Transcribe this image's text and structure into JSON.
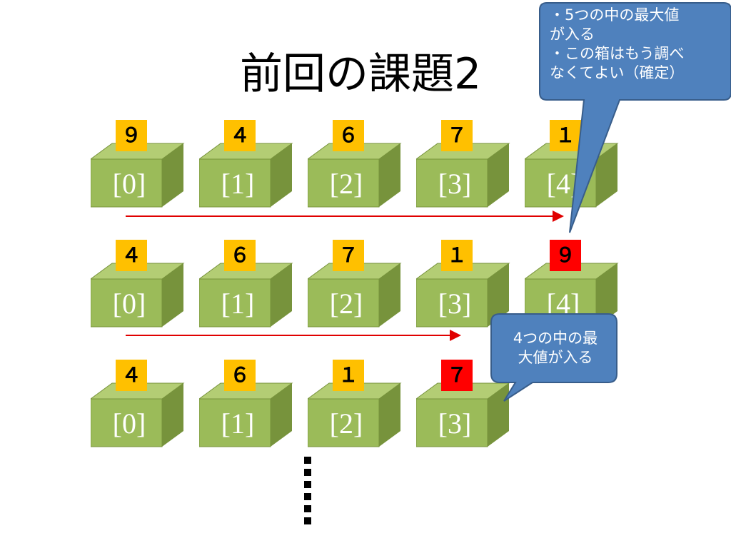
{
  "title": "前回の課題2",
  "colors": {
    "box_front": "#9bbb59",
    "box_top": "#b3cd74",
    "box_side": "#77933c",
    "tag_normal": "#ffc000",
    "tag_fixed": "#ff0000",
    "arrow": "#e00000",
    "callout_fill": "#4f81bd",
    "callout_stroke": "#385d8a"
  },
  "rows": [
    {
      "boxes": [
        {
          "index": "[0]",
          "value": "９",
          "fixed": false
        },
        {
          "index": "[1]",
          "value": "４",
          "fixed": false
        },
        {
          "index": "[2]",
          "value": "６",
          "fixed": false
        },
        {
          "index": "[3]",
          "value": "７",
          "fixed": false
        },
        {
          "index": "[4]",
          "value": "１",
          "fixed": false
        }
      ]
    },
    {
      "boxes": [
        {
          "index": "[0]",
          "value": "４",
          "fixed": false
        },
        {
          "index": "[1]",
          "value": "６",
          "fixed": false
        },
        {
          "index": "[2]",
          "value": "７",
          "fixed": false
        },
        {
          "index": "[3]",
          "value": "１",
          "fixed": false
        },
        {
          "index": "[4]",
          "value": "９",
          "fixed": true
        }
      ]
    },
    {
      "boxes": [
        {
          "index": "[0]",
          "value": "４",
          "fixed": false
        },
        {
          "index": "[1]",
          "value": "６",
          "fixed": false
        },
        {
          "index": "[2]",
          "value": "１",
          "fixed": false
        },
        {
          "index": "[3]",
          "value": "７",
          "fixed": true
        }
      ]
    }
  ],
  "callout_top": {
    "line1": "・5つの中の最大値",
    "line2": "が入る",
    "line3": "・この箱はもう調べ",
    "line4": "なくてよい（確定）"
  },
  "callout_mid": {
    "line1": "4つの中の最",
    "line2": "大値が入る"
  },
  "continuation": "⋮"
}
